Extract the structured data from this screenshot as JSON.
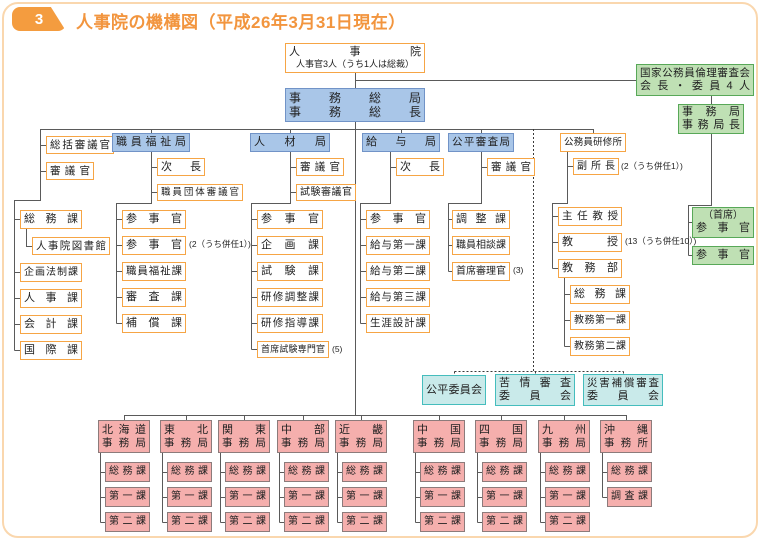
{
  "title": {
    "badge": "3",
    "text": "人事院の機構図（平成26年3月31日現在）"
  },
  "top": {
    "jinjiin_line1": "人事院",
    "jinjiin_line2": "人事官3人（うち1人は総裁）",
    "secretariat_line1": "事務総局",
    "secretariat_line2": "事務総長"
  },
  "ethics": {
    "board_line1": "国家公務員倫理審査会",
    "board_line2": "会長・委員4人",
    "office_line1": "事務局",
    "office_line2": "事務局長",
    "chief_line1": "（首席）",
    "chief_line2": "参事官",
    "counselor": "参事官"
  },
  "general": {
    "soukatsu_shingikan": "総括審議官",
    "shingikan": "審議官",
    "somu_ka": "総務課",
    "library": "人事院図書館",
    "kikaku_hosei_ka": "企画法制課",
    "jinji_ka": "人事課",
    "kaikei_ka": "会計課",
    "kokusai_ka": "国際課"
  },
  "welfare": {
    "title": "職員福祉局",
    "jicho": "次長",
    "dantai_shingikan": "職員団体審議官",
    "sanjikan1": "参事官",
    "sanjikan2": "参事官",
    "sanjikan2_note": "(2（うち併任1）)",
    "fukushi_ka": "職員福祉課",
    "shinsa_ka": "審査課",
    "hosho_ka": "補償課"
  },
  "jinzai": {
    "title": "人材局",
    "shingikan": "審議官",
    "shiken_shingikan": "試験審議官",
    "sanjikan": "参事官",
    "kikaku_ka": "企画課",
    "shiken_ka": "試験課",
    "kenshu_chosei_ka": "研修調整課",
    "kenshu_shido_ka": "研修指導課",
    "shuseki_shiken_senmonkan": "首席試験専門官",
    "shuseki_note": "(5)"
  },
  "kyuyo": {
    "title": "給与局",
    "jicho": "次長",
    "sanjikan": "参事官",
    "dai1_ka": "給与第一課",
    "dai2_ka": "給与第二課",
    "dai3_ka": "給与第三課",
    "shogai_sekkei_ka": "生涯設計課"
  },
  "kohei": {
    "title": "公平審査局",
    "shingikan": "審議官",
    "chosei_ka": "調整課",
    "shokuin_sodan_ka": "職員相談課",
    "shuseki_shinrikan": "首席審理官",
    "shuseki_note": "(3)"
  },
  "kenshujo": {
    "title": "公務員研修所",
    "fuku_shocho": "副所長",
    "fuku_shocho_note": "(2（うち併任1）)",
    "shunin_kyoju": "主任教授",
    "kyoju": "教授",
    "kyoju_note": "(13（うち併任10）)",
    "kyomu_bu": "教務部",
    "somu_ka": "総務課",
    "kyomu_dai1_ka": "教務第一課",
    "kyomu_dai2_ka": "教務第二課"
  },
  "committees": {
    "kohei_iinkai": "公平委員会",
    "kujo_line1": "苦情審査",
    "kujo_line2": "委員会",
    "saigai_line1": "災害補償審査",
    "saigai_line2": "委員会"
  },
  "regional": {
    "bureaus": [
      {
        "name1": "北海道",
        "name2": "事務局",
        "depts": [
          "総務課",
          "第一課",
          "第二課"
        ]
      },
      {
        "name1": "東北",
        "name2": "事務局",
        "depts": [
          "総務課",
          "第一課",
          "第二課"
        ]
      },
      {
        "name1": "関東",
        "name2": "事務局",
        "depts": [
          "総務課",
          "第一課",
          "第二課"
        ]
      },
      {
        "name1": "中部",
        "name2": "事務局",
        "depts": [
          "総務課",
          "第一課",
          "第二課"
        ]
      },
      {
        "name1": "近畿",
        "name2": "事務局",
        "depts": [
          "総務課",
          "第一課",
          "第二課"
        ]
      },
      {
        "name1": "中国",
        "name2": "事務局",
        "depts": [
          "総務課",
          "第一課",
          "第二課"
        ]
      },
      {
        "name1": "四国",
        "name2": "事務局",
        "depts": [
          "総務課",
          "第一課",
          "第二課"
        ]
      },
      {
        "name1": "九州",
        "name2": "事務局",
        "depts": [
          "総務課",
          "第一課",
          "第二課"
        ]
      },
      {
        "name1": "沖縄",
        "name2": "事務所",
        "depts": [
          "総務課",
          "調査課"
        ]
      }
    ]
  },
  "colors": {
    "accent_orange": "#f6a545",
    "title_orange": "#f2953e",
    "bureau_blue": "#a9c6e8",
    "ethics_green": "#bfe0b4",
    "committee_teal": "#c9eaea",
    "regional_pink": "#f5afad"
  }
}
